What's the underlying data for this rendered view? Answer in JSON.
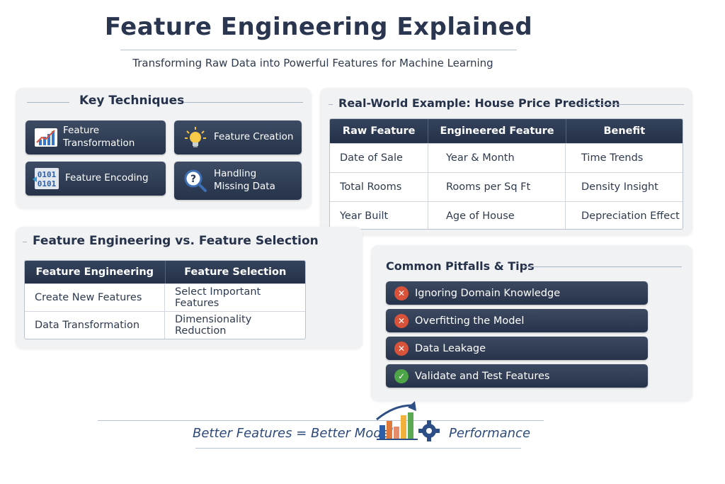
{
  "header": {
    "title": "Feature Engineering Explained",
    "subtitle": "Transforming Raw Data into Powerful Features for Machine Learning"
  },
  "key_techniques": {
    "title": "Key Techniques",
    "items": [
      {
        "label": "Feature Transformation",
        "icon": "trend-chart-icon"
      },
      {
        "label": "Feature Creation",
        "icon": "lightbulb-icon"
      },
      {
        "label": "Feature Encoding",
        "icon": "binary-code-icon"
      },
      {
        "label": "Handling Missing Data",
        "icon": "magnifier-question-icon"
      }
    ]
  },
  "example": {
    "title": "Real-World Example: House Price Prediction",
    "headers": [
      "Raw Feature",
      "Engineered Feature",
      "Benefit"
    ],
    "rows": [
      [
        "Date of Sale",
        "Year & Month",
        "Time Trends"
      ],
      [
        "Total Rooms",
        "Rooms per Sq Ft",
        "Density Insight"
      ],
      [
        "Year Built",
        "Age of House",
        "Depreciation Effect"
      ]
    ]
  },
  "comparison": {
    "title": "Feature Engineering vs. Feature Selection",
    "headers": [
      "Feature Engineering",
      "Feature Selection"
    ],
    "rows": [
      [
        "Create New Features",
        "Select Important Features"
      ],
      [
        "Data Transformation",
        "Dimensionality Reduction"
      ]
    ]
  },
  "pitfalls": {
    "title": "Common Pitfalls & Tips",
    "items": [
      {
        "label": "Ignoring Domain Knowledge",
        "status": "bad"
      },
      {
        "label": "Overfitting the Model",
        "status": "bad"
      },
      {
        "label": "Data Leakage",
        "status": "bad"
      },
      {
        "label": "Validate and Test Features",
        "status": "good"
      }
    ]
  },
  "footer": {
    "left_text": "Better Features = Better Model",
    "right_text": "Performance",
    "icon": "bar-chart-gear-icon"
  },
  "colors": {
    "navy": "#26334a",
    "bad": "#d9533a",
    "good": "#4ea548",
    "footer_text": "#2d4a7a"
  }
}
